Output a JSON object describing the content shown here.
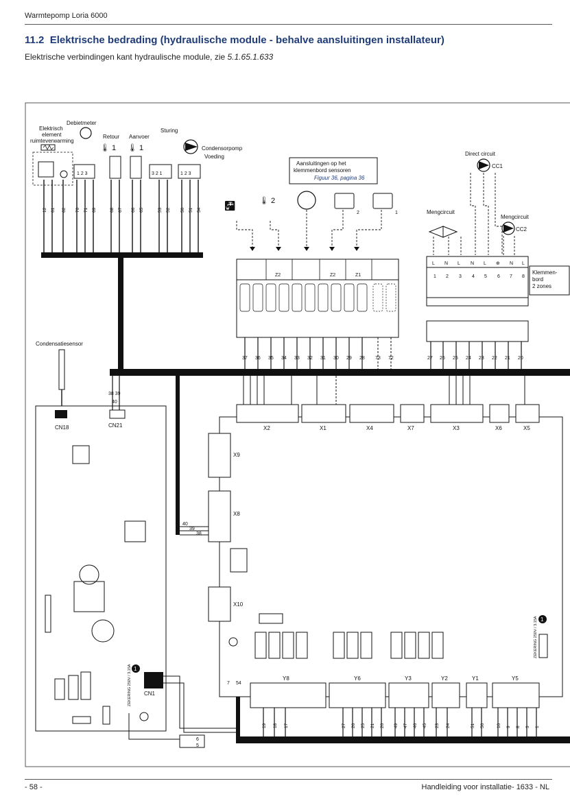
{
  "header": {
    "title": "Warmtepomp Loria 6000"
  },
  "section": {
    "number": "11.2",
    "title": "Elektrische bedrading (hydraulische module - behalve aansluitingen installateur)",
    "intro_text": "Elektrische verbindingen kant hydraulische module, zie ",
    "intro_ref": "5.1.65.1.633"
  },
  "diagram": {
    "components": {
      "elektrisch_1": "Elektrisch",
      "elektrisch_2": "element",
      "elektrisch_3": "ruimteverwarming",
      "debietmeter": "Debietmeter",
      "retour": "Retour",
      "aanvoer": "Aanvoer",
      "sturing": "Sturing",
      "condensorpomp": "Condensorpomp",
      "voeding": "Voeding",
      "condensatiesensor": "Condensatiesensor",
      "aansl_1": "Aansluitingen op het",
      "aansl_2": "klemmenbord sensoren",
      "aansl_ref": "Figuur 36, pagina 36",
      "direct_circuit": "Direct circuit",
      "cc1": "CC1",
      "mengcircuit_left": "Mengcircuit",
      "mengcircuit_right": "Mengcircuit",
      "cc2": "CC2",
      "klemmen_1": "Klemmen-",
      "klemmen_2": "bord",
      "klemmen_3": "2 zones",
      "z1": "Z1",
      "z2": "Z2",
      "z2b": "Z2"
    },
    "connectors": {
      "cn18": "CN18",
      "cn21": "CN21",
      "cn1": "CN1",
      "x1": "X1",
      "x2": "X2",
      "x3": "X3",
      "x4": "X4",
      "x5": "X5",
      "x6": "X6",
      "x7": "X7",
      "x8": "X8",
      "x9": "X9",
      "x10": "X10",
      "y1": "Y1",
      "y2": "Y2",
      "y3": "Y3",
      "y5": "Y5",
      "y6": "Y6",
      "y8": "Y8"
    },
    "fuse_label": "ZEKERING 250V / 3.15A",
    "top_left_wires": [
      "12",
      "61",
      "62",
      "70",
      "71",
      "69",
      "68",
      "67",
      "66",
      "65",
      "53",
      "52",
      "50",
      "51",
      "54"
    ],
    "sensor_wires": [
      "37",
      "36",
      "35",
      "34",
      "33",
      "32",
      "31",
      "30",
      "29",
      "28",
      "73",
      "72"
    ],
    "zone_wires": [
      "27",
      "26",
      "25",
      "24",
      "23",
      "22",
      "21",
      "20"
    ],
    "terminal_labels": [
      "L",
      "N",
      "L",
      "N",
      "L",
      "⊕",
      "N",
      "L"
    ],
    "terminal_numbers": [
      "1",
      "2",
      "3",
      "4",
      "5",
      "6",
      "7",
      "8"
    ],
    "bottom_y8": [
      "19",
      "18",
      "17"
    ],
    "bottom_y6": [
      "27",
      "26",
      "25",
      "21",
      "20"
    ],
    "bottom_y3": [
      "49",
      "47",
      "46",
      "45"
    ],
    "bottom_y2": [
      "23",
      "24"
    ],
    "bottom_y1": [
      "51",
      "50"
    ],
    "bottom_y5": [
      "10",
      "9",
      "8",
      "3",
      "1"
    ]
  },
  "footer": {
    "page": "- 58 -",
    "doc": "Handleiding voor installatie- 1633 - NL"
  }
}
